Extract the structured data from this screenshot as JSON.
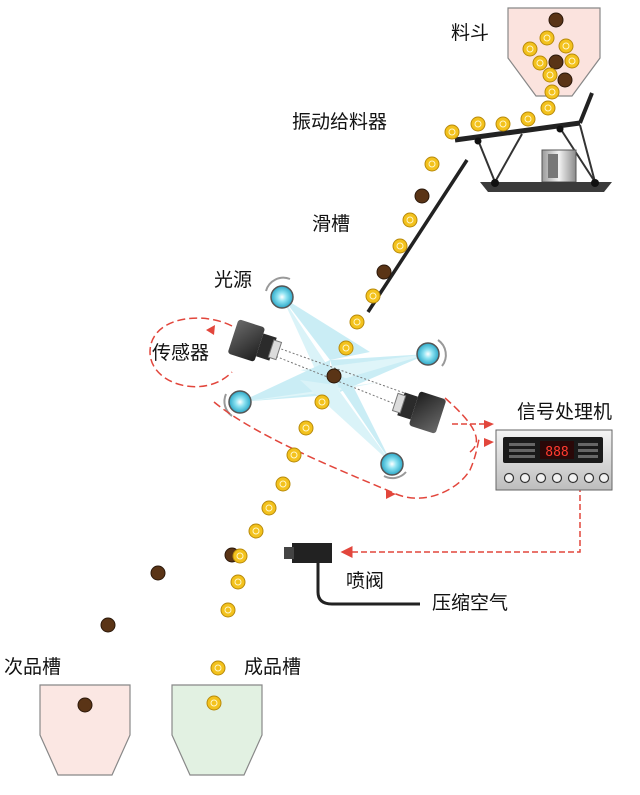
{
  "labels": {
    "hopper": "料斗",
    "vibratory_feeder": "振动给料器",
    "chute": "滑槽",
    "light_source": "光源",
    "sensor": "传感器",
    "signal_processor": "信号处理机",
    "ejector_valve": "喷阀",
    "compressed_air": "压缩空气",
    "reject_bin": "次品槽",
    "accept_bin": "成品槽"
  },
  "colors": {
    "good_bean": "#f3c21d",
    "bad_bean": "#5a3416",
    "signal_line": "#e2463c",
    "light_beam": "#7fd4e6",
    "reject_bin_fill": "#fbe7e3",
    "accept_bin_fill": "#e2f1e2",
    "hopper_fill": "#fbe3de"
  },
  "display": {
    "digits": "888"
  }
}
